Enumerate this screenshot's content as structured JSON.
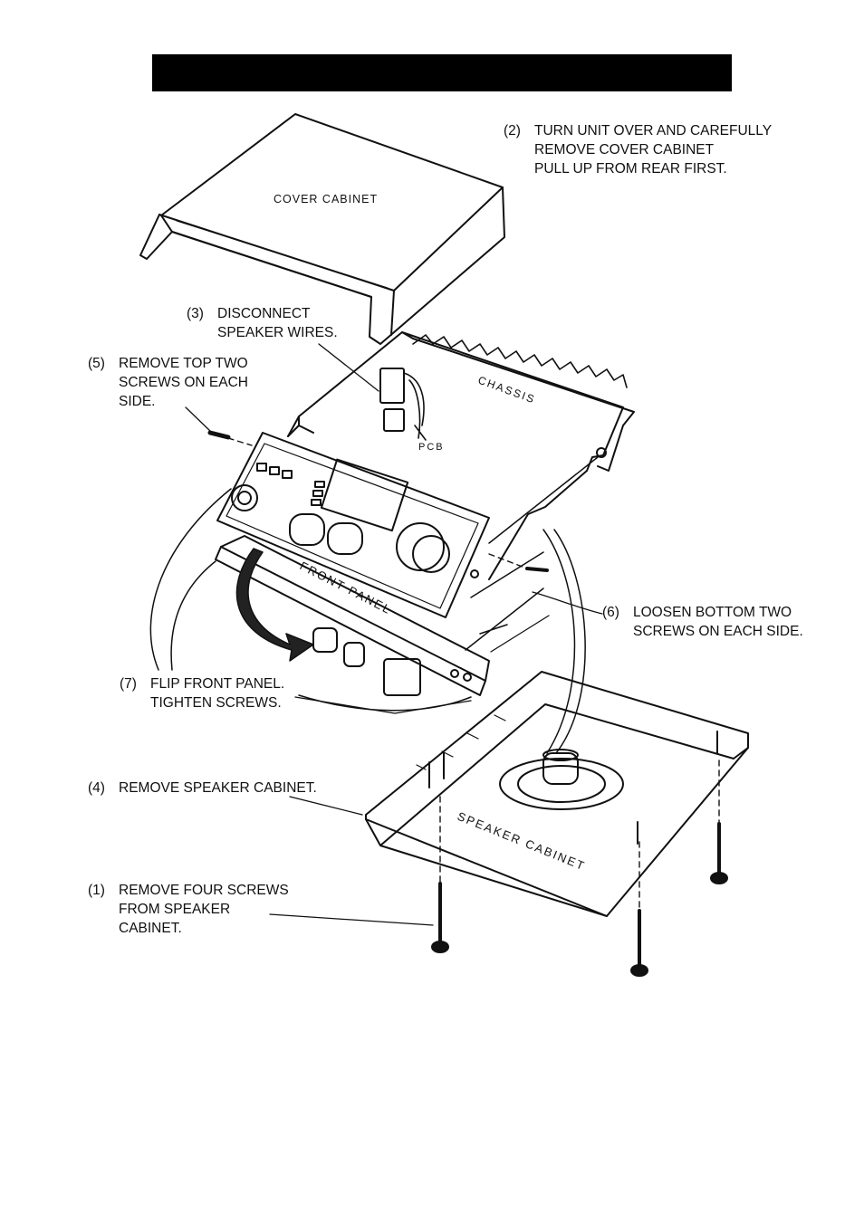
{
  "parts": {
    "cover_cabinet": "COVER CABINET",
    "chassis": "CHASSIS",
    "pcb": "PCB",
    "front_panel": "FRONT PANEL",
    "speaker_cabinet": "SPEAKER CABINET"
  },
  "steps": [
    {
      "num": "(1)",
      "lines": [
        "REMOVE FOUR SCREWS",
        "FROM SPEAKER",
        "CABINET."
      ]
    },
    {
      "num": "(2)",
      "lines": [
        "TURN UNIT OVER AND CAREFULLY",
        "REMOVE COVER CABINET",
        "PULL UP FROM REAR FIRST."
      ]
    },
    {
      "num": "(3)",
      "lines": [
        "DISCONNECT",
        "SPEAKER WIRES."
      ]
    },
    {
      "num": "(4)",
      "lines": [
        "REMOVE SPEAKER CABINET."
      ]
    },
    {
      "num": "(5)",
      "lines": [
        "REMOVE TOP TWO",
        "SCREWS ON EACH",
        "SIDE."
      ]
    },
    {
      "num": "(6)",
      "lines": [
        "LOOSEN BOTTOM TWO",
        "SCREWS ON EACH SIDE."
      ]
    },
    {
      "num": "(7)",
      "lines": [
        "FLIP FRONT PANEL.",
        "TIGHTEN SCREWS."
      ]
    }
  ],
  "colors": {
    "ink": "#111111",
    "paper": "#ffffff",
    "bar": "#000000"
  }
}
